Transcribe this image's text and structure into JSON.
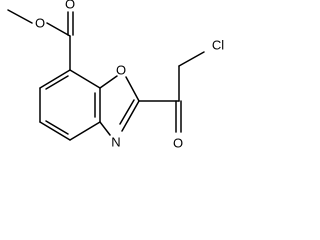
{
  "molecule": {
    "atoms": {
      "ester_carbonyl_oxygen": "O",
      "ester_ether_oxygen": "O",
      "ring_oxygen": "O",
      "ring_nitrogen": "N",
      "ketone_oxygen": "O",
      "chlorine": "Cl"
    }
  }
}
